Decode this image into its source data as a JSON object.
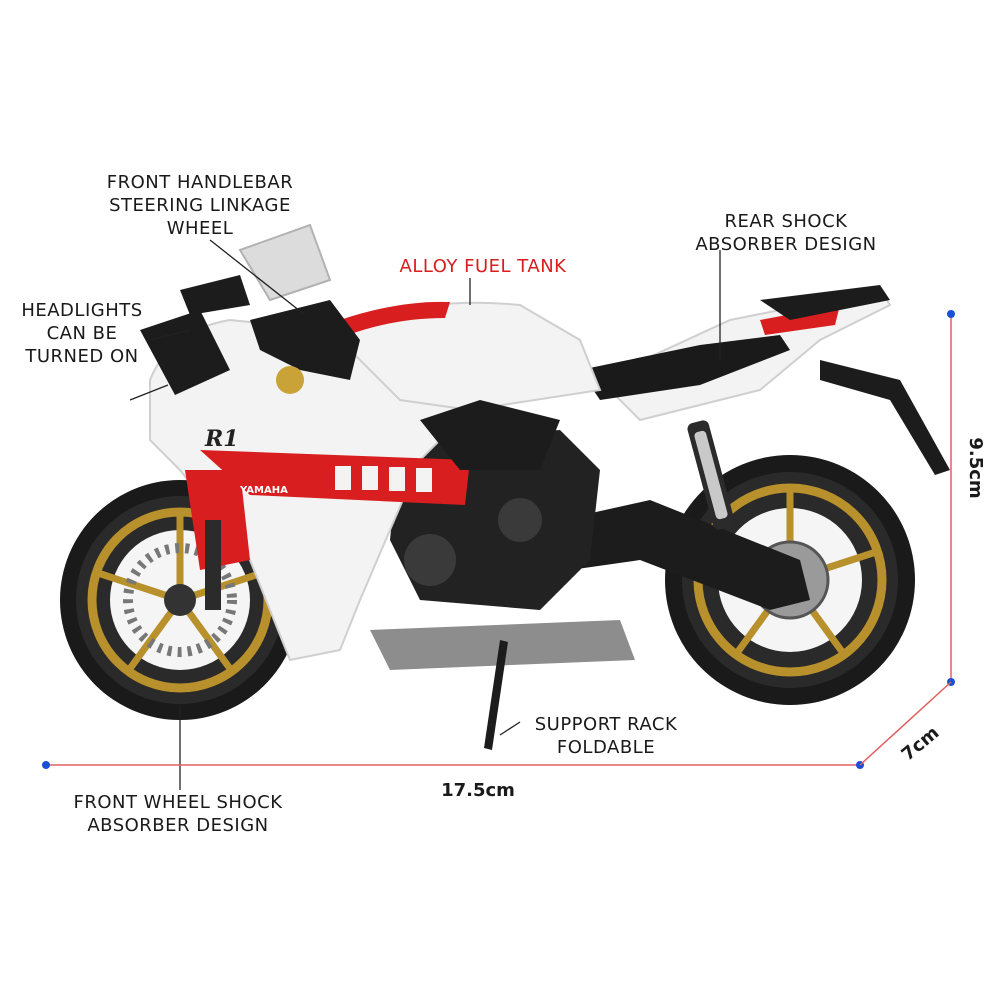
{
  "product": {
    "model_badge": "R1",
    "brand_badge": "YAMAHA"
  },
  "callouts": {
    "front_handlebar": [
      "FRONT HANDLEBAR",
      "STEERING LINKAGE",
      "WHEEL"
    ],
    "alloy_fuel_tank": "ALLOY FUEL TANK",
    "rear_shock": [
      "REAR SHOCK",
      "ABSORBER DESIGN"
    ],
    "headlights": [
      "HEADLIGHTS",
      "CAN BE",
      "TURNED ON"
    ],
    "support_rack": [
      "SUPPORT RACK",
      "FOLDABLE"
    ],
    "front_wheel_shock": [
      "FRONT WHEEL SHOCK",
      "ABSORBER DESIGN"
    ]
  },
  "dimensions": {
    "length": "17.5cm",
    "height": "9.5cm",
    "width": "7cm"
  },
  "colors": {
    "accent_red": "#d81e1e",
    "dimension_line": "#e06060",
    "dimension_dot": "#1a4fd6",
    "body_white": "#f3f3f3",
    "rim_gold": "#b8902c",
    "frame_black": "#1c1c1c"
  }
}
